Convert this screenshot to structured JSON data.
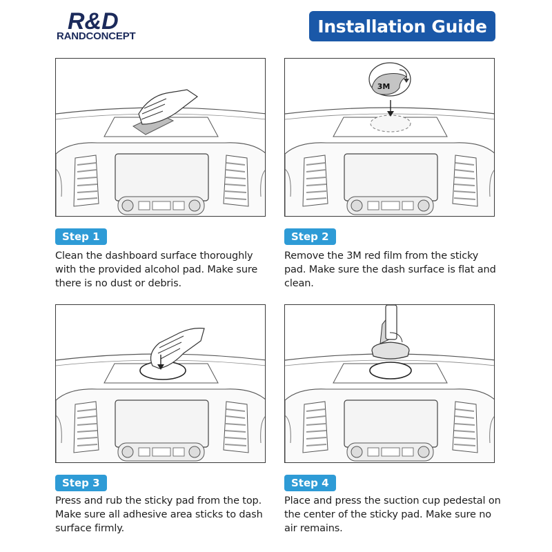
{
  "brand": {
    "logo_mark": "R&D",
    "name": "RANDCONCEPT",
    "colors": {
      "navy": "#1b2a5b",
      "blue": "#1a58a8",
      "light_blue": "#2e9bd6"
    }
  },
  "header": {
    "title": "Installation Guide"
  },
  "steps": [
    {
      "label": "Step 1",
      "text": "Clean the dashboard surface thoroughly with the provided alcohol pad. Make sure there is no dust or debris."
    },
    {
      "label": "Step 2",
      "text": "Remove the 3M red film from the sticky pad. Make sure the dash surface is flat and clean.",
      "pad_label": "3M"
    },
    {
      "label": "Step 3",
      "text": "Press and rub the sticky pad from the top. Make sure all adhesive area sticks to dash surface firmly."
    },
    {
      "label": "Step 4",
      "text": "Place and press the suction cup pedestal on the center of the sticky pad. Make sure no air remains."
    }
  ]
}
